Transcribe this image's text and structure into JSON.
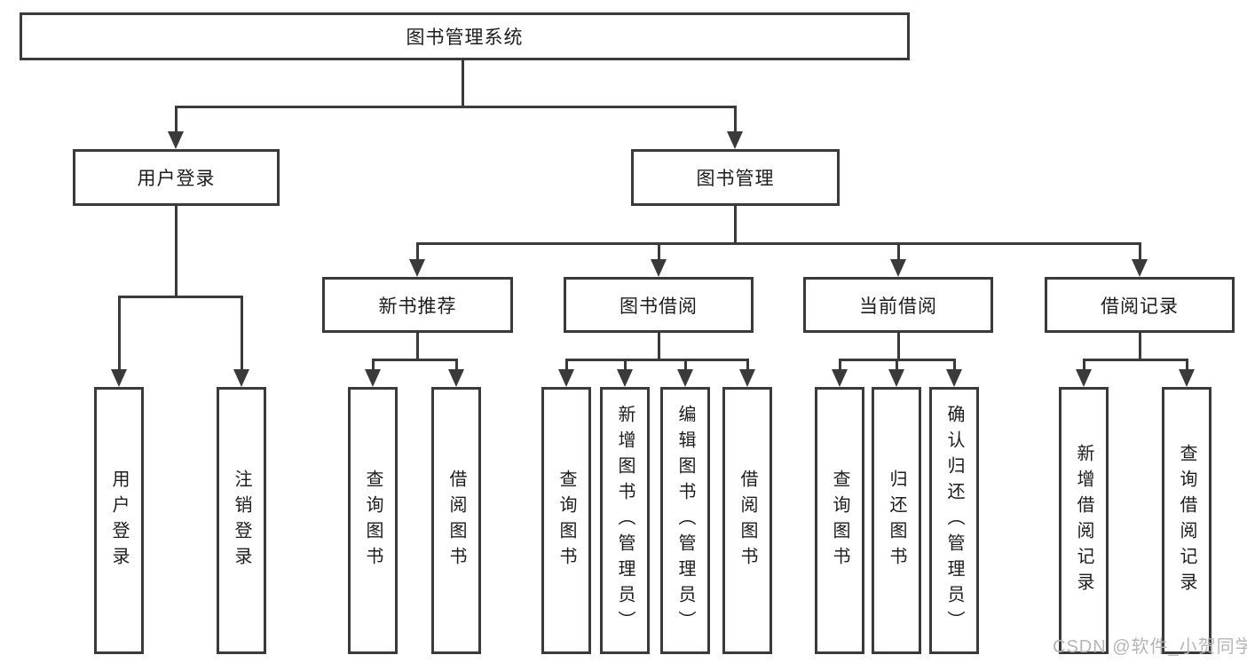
{
  "diagram": {
    "type": "hierarchy",
    "orientation": "top-down",
    "root": {
      "label": "图书管理系统",
      "children": [
        {
          "label": "用户登录",
          "children": [
            {
              "label": "用户登录"
            },
            {
              "label": "注销登录"
            }
          ]
        },
        {
          "label": "图书管理",
          "children": [
            {
              "label": "新书推荐",
              "children": [
                {
                  "label": "查询图书"
                },
                {
                  "label": "借阅图书"
                }
              ]
            },
            {
              "label": "图书借阅",
              "children": [
                {
                  "label": "查询图书"
                },
                {
                  "label": "新增图书（管理员）"
                },
                {
                  "label": "编辑图书（管理员）"
                },
                {
                  "label": "借阅图书"
                }
              ]
            },
            {
              "label": "当前借阅",
              "children": [
                {
                  "label": "查询图书"
                },
                {
                  "label": "归还图书"
                },
                {
                  "label": "确认归还（管理员）"
                }
              ]
            },
            {
              "label": "借阅记录",
              "children": [
                {
                  "label": "新增借阅记录"
                },
                {
                  "label": "查询借阅记录"
                }
              ]
            }
          ]
        }
      ]
    },
    "colors": {
      "line": "#3a3a3a",
      "text": "#1c1c1c",
      "watermark": "#b5b5b5",
      "background": "#ffffff"
    }
  },
  "watermark": {
    "text": "CSDN @软件_小贺同学"
  }
}
